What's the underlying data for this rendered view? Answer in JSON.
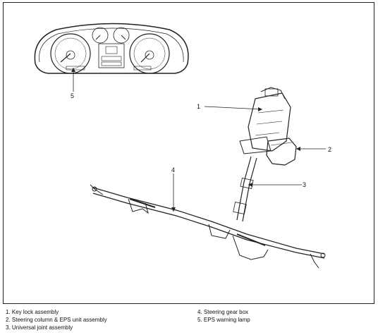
{
  "callouts": {
    "c1": "1",
    "c2": "2",
    "c3": "3",
    "c4": "4",
    "c5": "5"
  },
  "legend": {
    "left": [
      "1. Key lock assembly",
      "2. Steering column & EPS unit assembly",
      "3. Universal joint assembly"
    ],
    "right": [
      "4. Steering gear box",
      "5. EPS warning lamp"
    ]
  }
}
